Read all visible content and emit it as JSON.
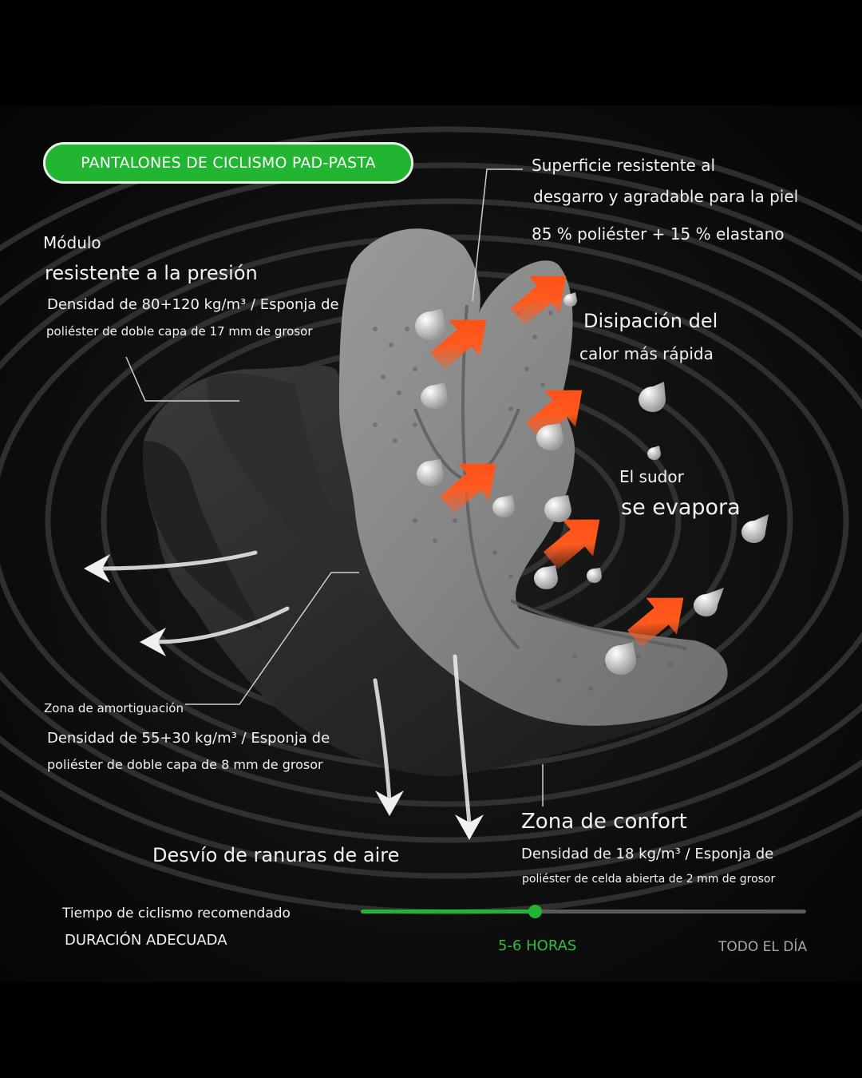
{
  "badge": {
    "label": "PANTALONES DE CICLISMO PAD-PASTA",
    "color": "#21b531"
  },
  "pressure_module": {
    "title_line1": "Módulo",
    "title_line2": "resistente a la presión",
    "spec_line1": "Densidad de 80+120 kg/m³ / Esponja de",
    "spec_line2": "poliéster de doble capa de 17 mm de grosor"
  },
  "surface": {
    "line1": "Superficie resistente al",
    "line2": "desgarro y agradable para la piel",
    "composition": "85 % poliéster + 15 % elastano"
  },
  "heat": {
    "line1": "Disipación del",
    "line2": "calor más rápida"
  },
  "sweat": {
    "line1": "El sudor",
    "line2": "se evapora"
  },
  "cushion": {
    "title": "Zona de amortiguación",
    "spec_line1": "Densidad de 55+30 kg/m³ / Esponja de",
    "spec_line2": "poliéster de doble capa de 8 mm de grosor"
  },
  "air_channel": {
    "label": "Desvío de ranuras de aire"
  },
  "comfort": {
    "title": "Zona de confort",
    "spec_line1": "Densidad de 18 kg/m³ / Esponja de",
    "spec_line2": "poliéster de celda abierta de 2 mm de grosor"
  },
  "timeline": {
    "caption": "Tiempo de ciclismo recomendado",
    "subtitle": "DURACIÓN ADECUADA",
    "marker_label": "5-6 HORAS",
    "end_label": "TODO EL DÍA",
    "progress_percent": 39,
    "accent_color": "#22b535",
    "track_color": "#5a5a5a"
  },
  "colors": {
    "arrow_orange": "#ff5a1f",
    "pad_grey": "#8c8c8c",
    "background": "#0d0d0d"
  }
}
